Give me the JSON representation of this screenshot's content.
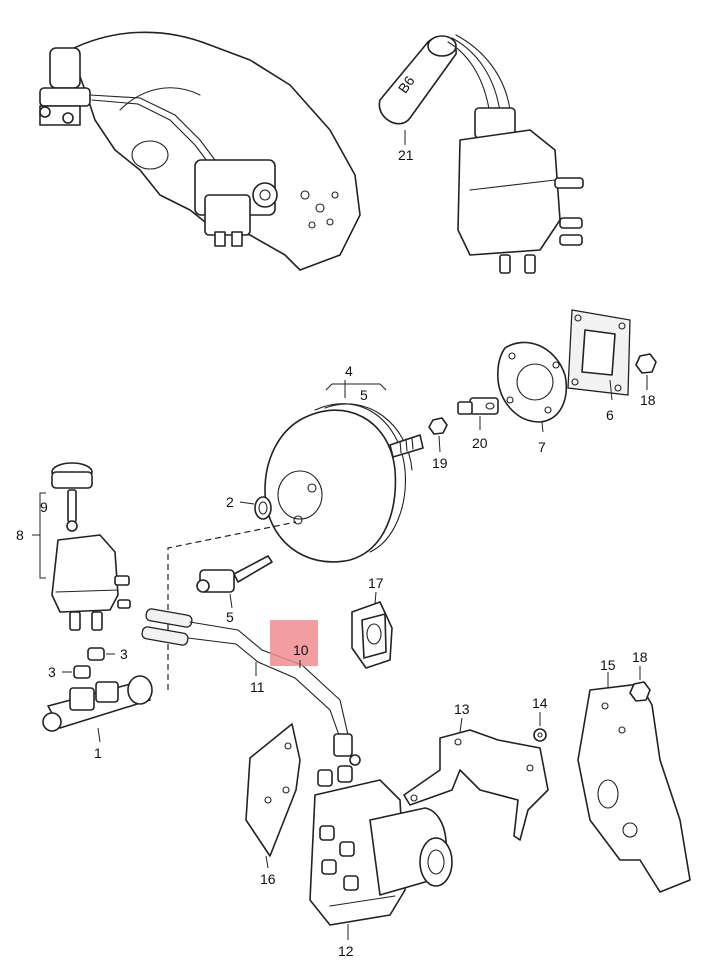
{
  "labels": {
    "p1": "1",
    "p2": "2",
    "p3a": "3",
    "p3b": "3",
    "p4": "4",
    "p5a": "5",
    "p5b": "5",
    "p6": "6",
    "p7": "7",
    "p8": "8",
    "p9": "9",
    "p10": "10",
    "p11": "11",
    "p12": "12",
    "p13": "13",
    "p14": "14",
    "p15": "15",
    "p16": "16",
    "p17": "17",
    "p18a": "18",
    "p18b": "18",
    "p19": "19",
    "p20": "20",
    "p21": "21"
  },
  "marking": {
    "capsule_text": "B6"
  },
  "colors": {
    "line": "#222222",
    "highlight": "#f08c8f",
    "background": "#ffffff"
  },
  "highlighted_part": "10"
}
